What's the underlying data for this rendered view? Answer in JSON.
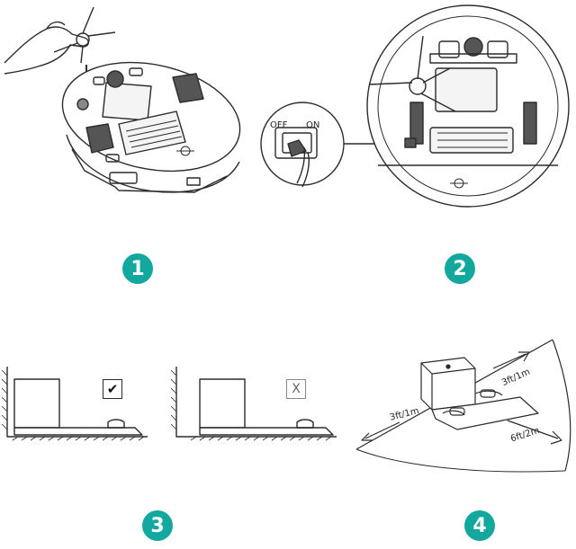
{
  "steps": [
    {
      "number": "1"
    },
    {
      "number": "2"
    },
    {
      "number": "3"
    },
    {
      "number": "4"
    }
  ],
  "switch": {
    "off_label": "OFF",
    "on_label": "ON"
  },
  "placement": {
    "ok_mark": "✔",
    "bad_mark": "X"
  },
  "clearance": {
    "left": "3ft/1m",
    "right": "3ft/1m",
    "front": "6ft/2m"
  },
  "colors": {
    "badge": "#13a89e",
    "line": "#2b2b2b",
    "fill_light": "#f4f4f4",
    "fill_dark": "#555555"
  },
  "icons": {
    "ok": "checkmark-icon",
    "bad": "cross-icon",
    "hand": "hand-icon",
    "arrow": "down-arrow-icon"
  }
}
